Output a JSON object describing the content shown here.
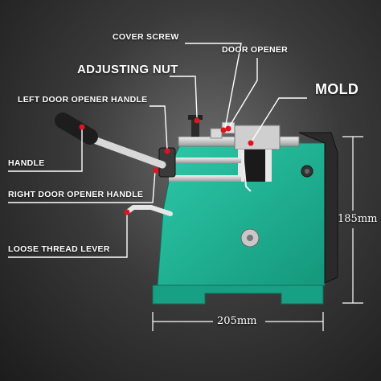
{
  "labels": {
    "cover_screw": "COVER SCREW",
    "adjusting_nut": "ADJUSTING NUT",
    "door_opener": "DOOR OPENER",
    "mold": "MOLD",
    "left_door_opener_handle": "LEFT DOOR OPENER HANDLE",
    "handle": "HANDLE",
    "right_door_opener_handle": "RIGHT DOOR OPENER HANDLE",
    "loose_thread_lever": "LOOSE THREAD LEVER"
  },
  "dimensions": {
    "height": "185mm",
    "width": "205mm"
  },
  "colors": {
    "machine_body": "#1fb597",
    "background": "#2e2e2e",
    "label_text": "#ffffff",
    "leader_line": "#ffffff",
    "marker_dot": "#e0141e"
  }
}
